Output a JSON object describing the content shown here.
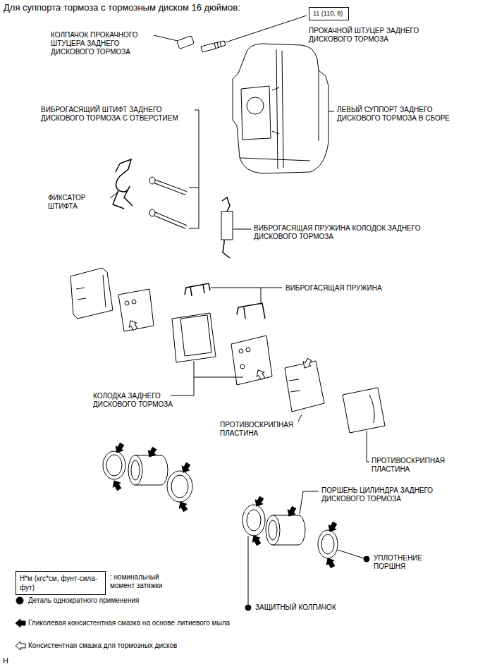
{
  "diagram": {
    "title": "Для суппорта тормоза с тормозным диском 16 дюймов:",
    "nodes": [
      {
        "text": [
          "11 (110, 8)"
        ]
      },
      {
        "text": [
          "Н*м (кгс*см, фунт-сила-фут)"
        ]
      }
    ],
    "labels": [
      "КОЛПАЧОК ПРОКАЧНОГО ШТУЦЕРА ЗАДНЕГО ДИСКОВОГО ТОРМОЗА",
      "ПРОКАЧНОЙ ШТУЦЕР ЗАДНЕГО ДИСКОВОГО ТОРМОЗА",
      "ВИБРОГАСЯЩИЙ ШТИФТ ЗАДНЕГО ДИСКОВОГО ТОРМОЗА С ОТВЕРСТИЕМ",
      "ЛЕВЫЙ СУППОРТ ЗАДНЕГО ДИСКОВОГО ТОРМОЗА В СБОРЕ",
      "ФИКСАТОР ШТИФТА",
      "ВИБРОГАСЯЩАЯ ПРУЖИНА КОЛОДОК ЗАДНЕГО ДИСКОВОГО ТОРМОЗА",
      "ВИБРОГАСЯЩАЯ ПРУЖИНА",
      "КОЛОДКА ЗАДНЕГО ДИСКОВОГО ТОРМОЗА",
      "ПРОТИВОСКРИПНАЯ ПЛАСТИНА",
      "ПРОТИВОСКРИПНАЯ ПЛАСТИНА",
      "ПОРШЕНЬ ЦИЛИНДРА ЗАДНЕГО ДИСКОВОГО ТОРМОЗА",
      "УПЛОТНЕНИЕ ПОРШНЯ",
      "ЗАЩИТНЫЙ КОЛПАЧОК",
      "H"
    ],
    "legend": [
      {
        "text": ": номинальный момент затяжки"
      },
      {
        "text": "Деталь однократного применения"
      },
      {
        "text": "Гликолевая консистентная смазка на основе литиевого мыла"
      },
      {
        "text": "Консистентная смазка для тормозных дисков"
      }
    ]
  }
}
